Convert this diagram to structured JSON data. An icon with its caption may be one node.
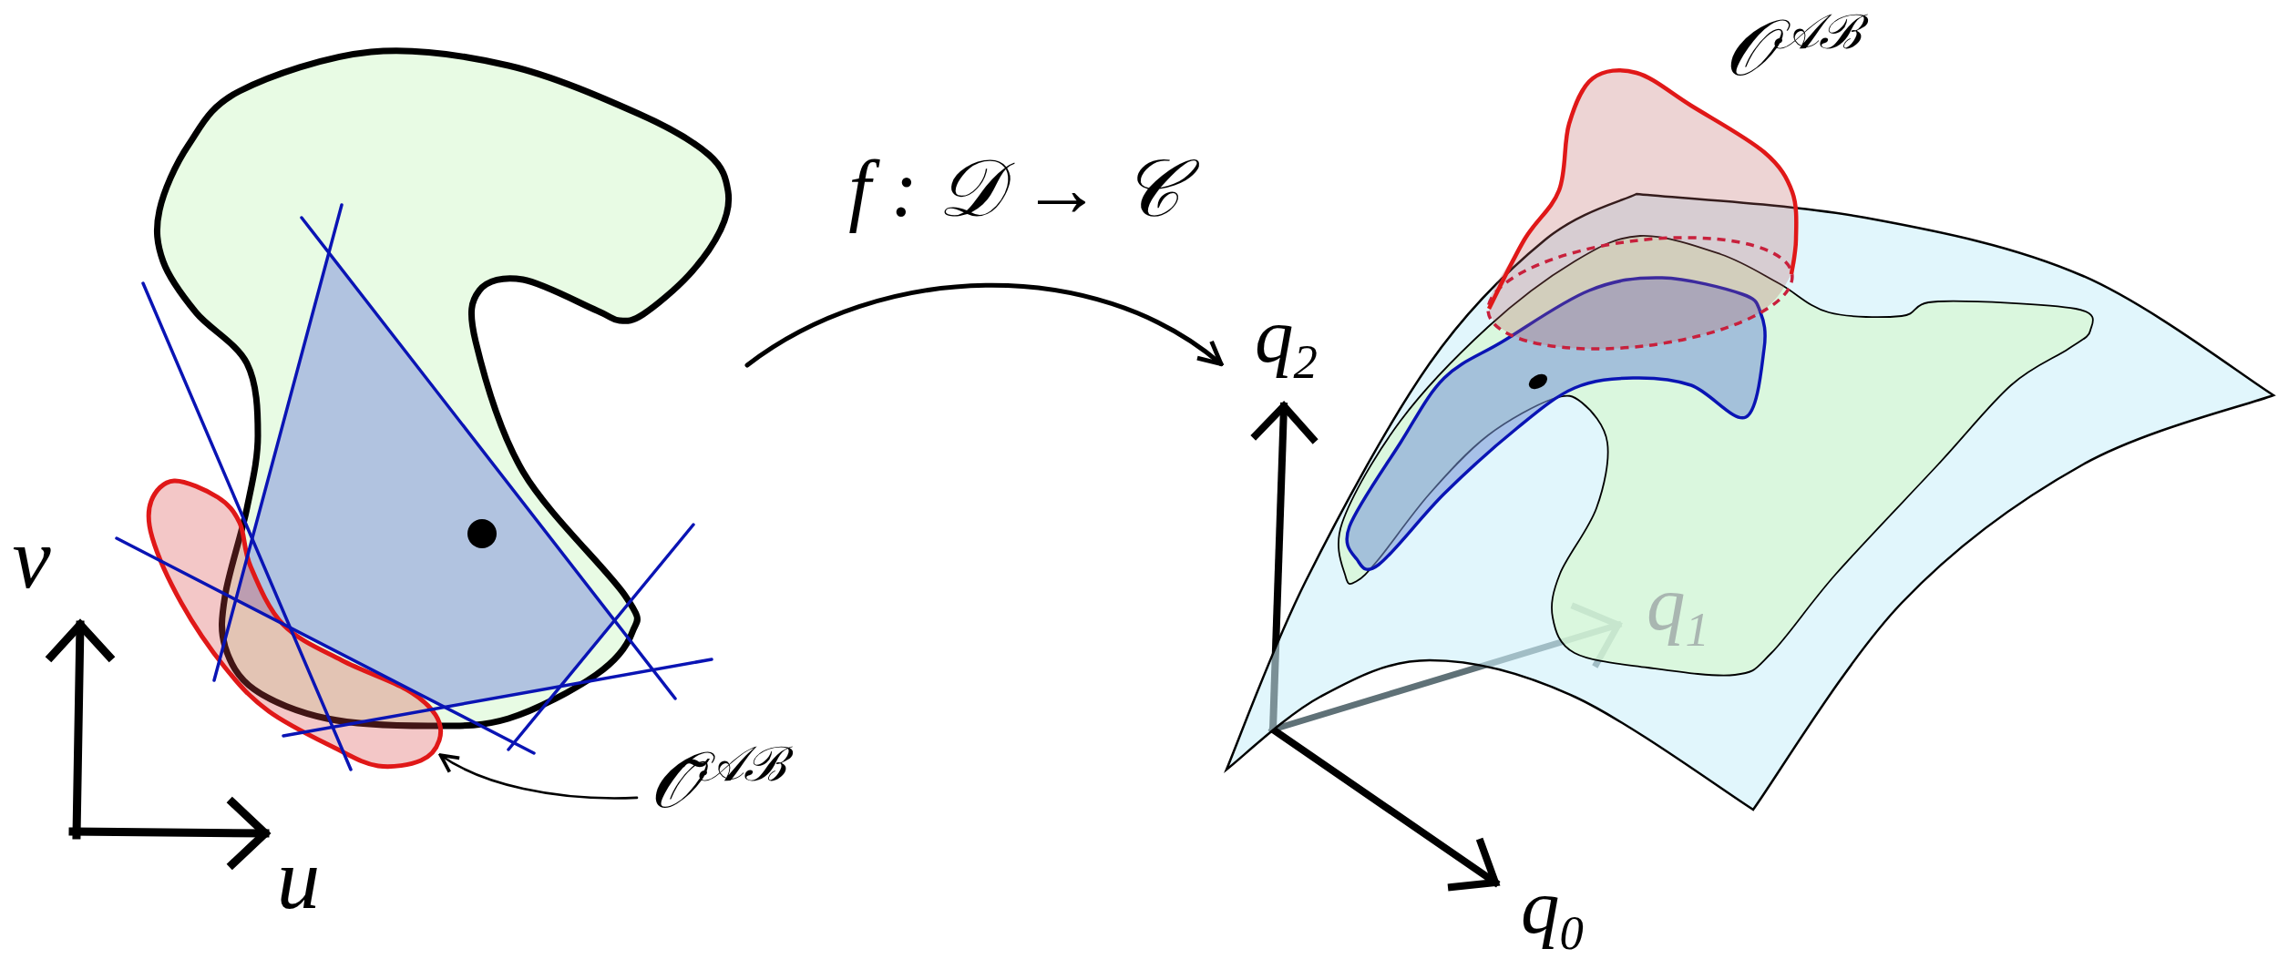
{
  "diagram": {
    "nodes": [
      {
        "text": [],
        "shape": "picture"
      },
      {
        "text": [],
        "shape": "blob",
        "in": 0
      },
      {
        "text": [],
        "shape": "picture"
      },
      {
        "text": [
          "𝒪̃$^{𝒜ℬ}$"
        ]
      }
    ],
    "edges": [
      {
        "from": 0,
        "to": 2,
        "arrow": "to",
        "label": "f : 𝒟 → 𝒞"
      },
      {
        "from": 3,
        "to": 1,
        "arrow": "to"
      }
    ],
    "labels": [
      "v",
      "u",
      "𝒪$^{𝒜ℬ}$",
      "q$_{2}$",
      "q$_{1}$",
      "q$_{0}$"
    ]
  }
}
